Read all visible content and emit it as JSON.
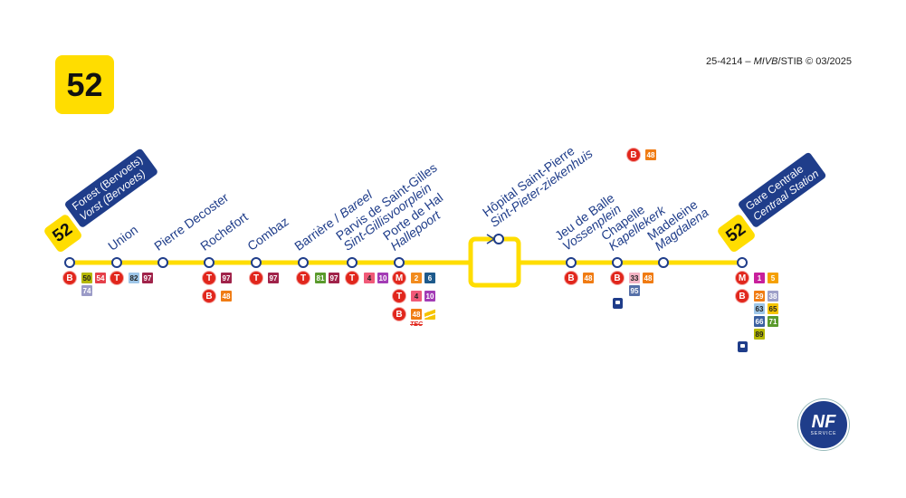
{
  "line_number": "52",
  "credit": {
    "code": "25-4214 – ",
    "operator_nl": "MIVB",
    "operator_fr": "/STIB © 03/2025"
  },
  "colors": {
    "line": "#ffdd00",
    "text": "#1f3d8a",
    "mode": "#e1261c"
  },
  "termini": [
    {
      "number": "52",
      "fr": "Forest (Bervoets)",
      "nl": "Vorst (Bervoets)"
    },
    {
      "number": "52",
      "fr": "Gare Centrale",
      "nl": "Centraal Station"
    }
  ],
  "stops": [
    {
      "label": [],
      "connections": [
        {
          "mode": "B",
          "routes": [
            {
              "n": "50",
              "c": "#b5b800",
              "d": true
            },
            {
              "n": "54",
              "c": "#e5404a"
            },
            {
              "n": "74",
              "c": "#9b9bc7"
            }
          ]
        }
      ]
    },
    {
      "label": [
        [
          {
            "t": "Union"
          }
        ]
      ],
      "connections": [
        {
          "mode": "T",
          "routes": [
            {
              "n": "82",
              "c": "#9ec6e8",
              "d": true
            },
            {
              "n": "97",
              "c": "#a0234a"
            }
          ]
        }
      ]
    },
    {
      "label": [
        [
          {
            "t": "Pierre Decoster"
          }
        ]
      ],
      "connections": []
    },
    {
      "label": [
        [
          {
            "t": "Rochefort"
          }
        ]
      ],
      "connections": [
        {
          "mode": "T",
          "routes": [
            {
              "n": "97",
              "c": "#a0234a"
            }
          ]
        },
        {
          "mode": "B",
          "routes": [
            {
              "n": "48",
              "c": "#f07c14"
            }
          ]
        }
      ]
    },
    {
      "label": [
        [
          {
            "t": "Combaz"
          }
        ]
      ],
      "connections": [
        {
          "mode": "T",
          "routes": [
            {
              "n": "97",
              "c": "#a0234a"
            }
          ]
        }
      ]
    },
    {
      "label": [
        [
          {
            "t": "Barrière / "
          },
          {
            "t": "Bareel",
            "i": true
          }
        ]
      ],
      "connections": [
        {
          "mode": "T",
          "routes": [
            {
              "n": "81",
              "c": "#5a9a2c"
            },
            {
              "n": "97",
              "c": "#a0234a"
            }
          ]
        }
      ]
    },
    {
      "label": [
        [
          {
            "t": "Parvis de Saint-Gilles"
          }
        ],
        [
          {
            "t": "Sint-Gillisvoorplein",
            "i": true
          }
        ]
      ],
      "connections": [
        {
          "mode": "T",
          "routes": [
            {
              "n": "4",
              "c": "#f05a78",
              "d": true
            },
            {
              "n": "10",
              "c": "#a33cb5"
            }
          ]
        }
      ]
    },
    {
      "label": [
        [
          {
            "t": "Porte de Hal"
          }
        ],
        [
          {
            "t": "Hallepoort",
            "i": true
          }
        ]
      ],
      "connections": [
        {
          "mode": "M",
          "routes": [
            {
              "n": "2",
              "c": "#f28c1e"
            },
            {
              "n": "6",
              "c": "#1e5a8c"
            }
          ]
        },
        {
          "mode": "T",
          "routes": [
            {
              "n": "4",
              "c": "#f05a78",
              "d": true
            },
            {
              "n": "10",
              "c": "#a33cb5"
            }
          ]
        },
        {
          "mode": "B",
          "routes": [
            {
              "n": "48",
              "c": "#f07c14"
            }
          ],
          "extra": "TEC"
        }
      ]
    },
    {
      "label": [
        [
          {
            "t": "Hôpital Saint-Pierre"
          }
        ],
        [
          {
            "t": "Sint-Pieter-ziekenhuis",
            "i": true
          }
        ]
      ],
      "connections": []
    },
    {
      "label": [
        [
          {
            "t": "Jeu de Balle"
          }
        ],
        [
          {
            "t": "Vossenplein",
            "i": true
          }
        ]
      ],
      "connections": [
        {
          "mode": "B",
          "routes": [
            {
              "n": "48",
              "c": "#f07c14"
            }
          ]
        }
      ]
    },
    {
      "label": [
        [
          {
            "t": "Chapelle"
          }
        ],
        [
          {
            "t": "Kapellekerk",
            "i": true
          }
        ]
      ],
      "connections": [
        {
          "mode": "B",
          "routes": [
            {
              "n": "33",
              "c": "#f4b4c4",
              "d": true
            },
            {
              "n": "48",
              "c": "#f07c14"
            },
            {
              "n": "95",
              "c": "#5670a8"
            }
          ]
        }
      ],
      "train": true
    },
    {
      "label": [
        [
          {
            "t": "Madeleine"
          }
        ],
        [
          {
            "t": "Magdalena",
            "i": true
          }
        ]
      ],
      "connections": []
    },
    {
      "label": [],
      "connections": [
        {
          "mode": "M",
          "routes": [
            {
              "n": "1",
              "c": "#c8209c"
            },
            {
              "n": "5",
              "c": "#f5a000"
            }
          ]
        },
        {
          "mode": "B",
          "routes": [
            {
              "n": "29",
              "c": "#f07c14"
            },
            {
              "n": "38",
              "c": "#9ea0c8"
            },
            {
              "n": "63",
              "c": "#9ec6e8",
              "d": true
            },
            {
              "n": "65",
              "c": "#f5c400",
              "d": true
            },
            {
              "n": "66",
              "c": "#3a5fa0"
            },
            {
              "n": "71",
              "c": "#5a9a2c"
            },
            {
              "n": "89",
              "c": "#b5b800",
              "d": true
            }
          ]
        }
      ],
      "train": true
    }
  ],
  "hospital_extra": {
    "mode": "B",
    "routes": [
      {
        "n": "48",
        "c": "#f07c14"
      }
    ]
  },
  "logo": {
    "big": "NF",
    "small": "SERVICE"
  }
}
